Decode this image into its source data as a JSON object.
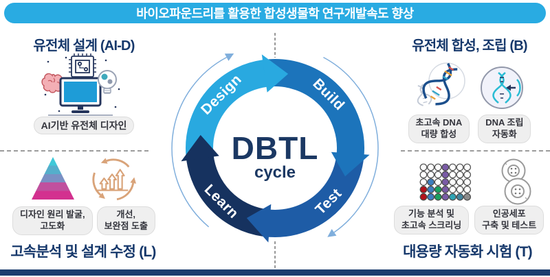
{
  "header": {
    "title": "바이오파운드리를 활용한 합성생물학 연구개발속도 향상",
    "bg_color": "#29ABE2"
  },
  "cycle": {
    "center_title": "DBTL",
    "center_subtitle": "cycle",
    "text_color": "#1B3863",
    "guide_circle_color": "#7FAEDC",
    "phases": [
      {
        "label": "Design",
        "color": "#29A9E0"
      },
      {
        "label": "Build",
        "color": "#1C74BB"
      },
      {
        "label": "Test",
        "color": "#1E5CA6"
      },
      {
        "label": "Learn",
        "color": "#16325F"
      }
    ]
  },
  "sections": {
    "design": {
      "title": "유전체 설계 (AI-D)",
      "tags": [
        "AI기반 유전체 디자인"
      ],
      "icons": [
        "ai-computer-illustration"
      ]
    },
    "build": {
      "title": "유전체 합성, 조립 (B)",
      "tags": [
        "초고속 DNA\n대량 합성",
        "DNA 조립\n자동화"
      ],
      "icons": [
        "dna-helix-icon",
        "dna-assembly-circle-icon"
      ]
    },
    "learn": {
      "title": "고속분석 및 설계 수정 (L)",
      "tags": [
        "디자인 원리 발굴,\n고도화",
        "개선,\n보완점 도출"
      ],
      "icons": [
        "pyramid-icon",
        "improvement-arrows-icon"
      ]
    },
    "test": {
      "title": "대용량 자동화 시험 (T)",
      "tags": [
        "기능 분석 및\n초고속 스크리닝",
        "인공세포\n구축 및 테스트"
      ],
      "icons": [
        "microplate-icon",
        "artificial-cells-icon"
      ]
    }
  },
  "plate": {
    "rows": 5,
    "cols": 7,
    "grid": [
      [
        "W",
        "W",
        "W",
        "P",
        "W",
        "W",
        "W"
      ],
      [
        "W",
        "W",
        "W",
        "P",
        "W",
        "W",
        "W"
      ],
      [
        "W",
        "B",
        "W",
        "P",
        "W",
        "W",
        "W"
      ],
      [
        "R",
        "B",
        "G",
        "P",
        "W",
        "W",
        "W"
      ],
      [
        "R",
        "B",
        "G",
        "P",
        "T",
        "S",
        "Y"
      ]
    ],
    "palette": {
      "W": "#FFFFFF",
      "P": "#7A5BA6",
      "B": "#3D7EBF",
      "R": "#B3121B",
      "G": "#1AA15F",
      "T": "#2FA3B4",
      "S": "#44849C",
      "Y": "#8C8C8C"
    }
  },
  "footer": {
    "bar_color": "#1C3C6E"
  }
}
